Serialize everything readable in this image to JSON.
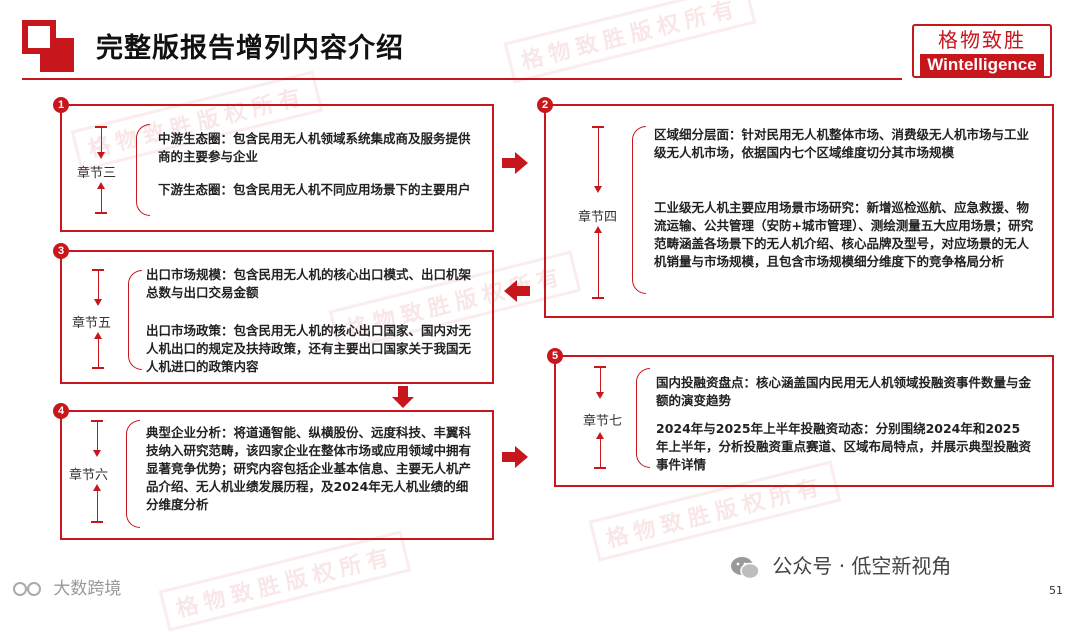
{
  "header": {
    "title": "完整版报告增列内容介绍",
    "brand_cn": "格物致胜",
    "brand_en": "Wintelligence"
  },
  "watermark": "格物致胜版权所有",
  "sections": [
    {
      "number": "1",
      "chapter": "章节三",
      "paragraphs": [
        "中游生态圈：包含民用无人机领域系统集成商及服务提供商的主要参与企业",
        "下游生态圈：包含民用无人机不同应用场景下的主要用户"
      ]
    },
    {
      "number": "2",
      "chapter": "章节四",
      "paragraphs": [
        "区域细分层面：针对民用无人机整体市场、消费级无人机市场与工业级无人机市场，依据国内七个区域维度切分其市场规模",
        "工业级无人机主要应用场景市场研究：新增巡检巡航、应急救援、物流运输、公共管理（安防+城市管理）、测绘测量五大应用场景；研究范畴涵盖各场景下的无人机介绍、核心品牌及型号，对应场景的无人机销量与市场规模，且包含市场规模细分维度下的竞争格局分析"
      ]
    },
    {
      "number": "3",
      "chapter": "章节五",
      "paragraphs": [
        "出口市场规模：包含民用无人机的核心出口模式、出口机架总数与出口交易金额",
        "出口市场政策：包含民用无人机的核心出口国家、国内对无人机出口的规定及扶持政策，还有主要出口国家关于我国无人机进口的政策内容"
      ]
    },
    {
      "number": "4",
      "chapter": "章节六",
      "paragraphs": [
        "典型企业分析：将道通智能、纵横股份、远度科技、丰翼科技纳入研究范畴，该四家企业在整体市场或应用领域中拥有显著竞争优势；研究内容包括企业基本信息、主要无人机产品介绍、无人机业绩发展历程，及2024年无人机业绩的细分维度分析"
      ]
    },
    {
      "number": "5",
      "chapter": "章节七",
      "paragraphs": [
        "国内投融资盘点：核心涵盖国内民用无人机领域投融资事件数量与金额的演变趋势",
        "2024年与2025年上半年投融资动态：分别围绕2024年和2025年上半年，分析投融资重点赛道、区域布局特点，并展示典型投融资事件详情"
      ]
    }
  ],
  "footer": {
    "source": "大数跨境",
    "wechat": "公众号 · 低空新视角",
    "page_number": "51"
  },
  "colors": {
    "accent": "#c8161d"
  }
}
